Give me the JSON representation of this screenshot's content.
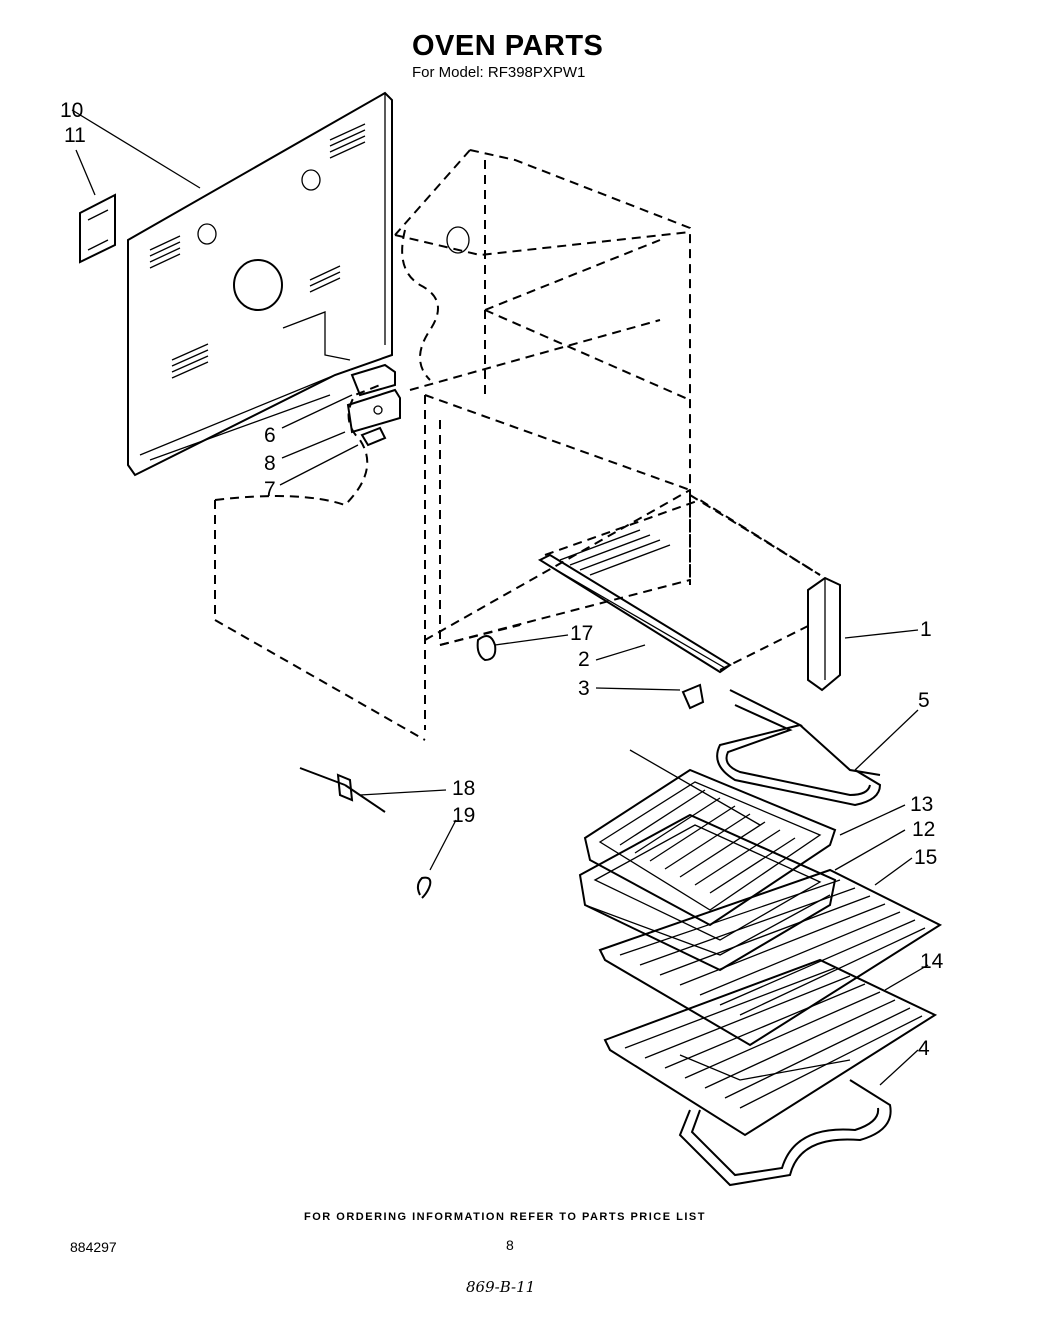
{
  "header": {
    "title": "OVEN PARTS",
    "model_line": "For Model: RF398PXPW1"
  },
  "callouts": {
    "c1": "1",
    "c2": "2",
    "c3": "3",
    "c4": "4",
    "c5": "5",
    "c6": "6",
    "c7": "7",
    "c8": "8",
    "c10": "10",
    "c11": "11",
    "c12": "12",
    "c13": "13",
    "c14": "14",
    "c15": "15",
    "c17": "17",
    "c18": "18",
    "c19": "19"
  },
  "footer": {
    "ordering_note": "FOR ORDERING INFORMATION REFER TO PARTS PRICE LIST",
    "document_number": "884297",
    "page_number": "8",
    "handwritten_code": "869-B-11"
  }
}
